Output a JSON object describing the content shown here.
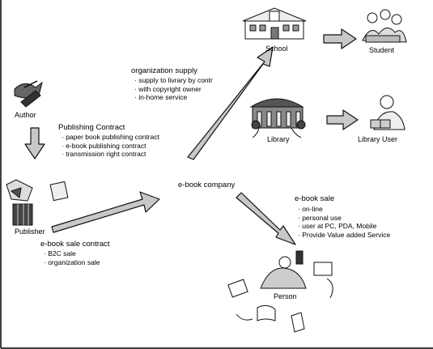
{
  "nodes": {
    "school": "School",
    "student": "Student",
    "author": "Author",
    "library": "Library",
    "library_user": "Library User",
    "publisher": "Publisher",
    "company": "e-book company",
    "person": "Person"
  },
  "organization_supply": {
    "title": "organization supply",
    "items": [
      "supply to livrary by contr",
      "with copyright owner",
      "in-home service"
    ]
  },
  "publishing_contract": {
    "title": "Publishing Contract",
    "items": [
      "paper book publishing contract",
      "e-book publishing contract",
      "transmission right contract"
    ]
  },
  "ebook_sale": {
    "title": "e-book sale",
    "items": [
      "on-line",
      "personal use",
      "user at PC, PDA, Mobile",
      "Provide Value added Service"
    ]
  },
  "sale_contract": {
    "title": "e-book sale contract",
    "items": [
      "B2C sale",
      "organization sale"
    ]
  },
  "colors": {
    "arrow_fill": "#c8c8c8",
    "stroke": "#111111",
    "border": "#000000"
  }
}
